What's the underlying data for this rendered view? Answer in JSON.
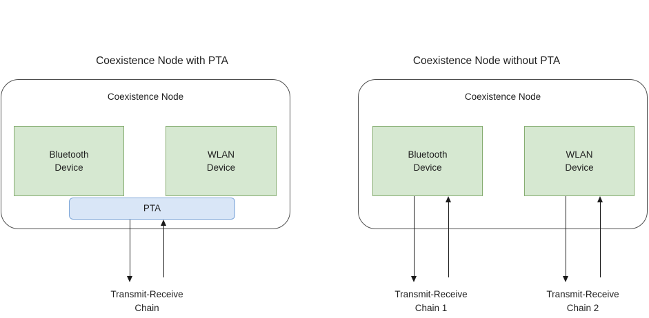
{
  "diagram": {
    "panels": [
      {
        "id": "with-pta",
        "title": "Coexistence Node with PTA",
        "container_label": "Coexistence Node",
        "devices": [
          {
            "id": "bluetooth",
            "label": "Bluetooth\nDevice"
          },
          {
            "id": "wlan",
            "label": "WLAN\nDevice"
          }
        ],
        "pta": {
          "label": "PTA"
        },
        "chains": [
          {
            "id": "chain-shared",
            "label": "Transmit-Receive\nChain"
          }
        ]
      },
      {
        "id": "without-pta",
        "title": "Coexistence Node without PTA",
        "container_label": "Coexistence Node",
        "devices": [
          {
            "id": "bluetooth",
            "label": "Bluetooth\nDevice"
          },
          {
            "id": "wlan",
            "label": "WLAN\nDevice"
          }
        ],
        "chains": [
          {
            "id": "chain-1",
            "label": "Transmit-Receive\nChain 1"
          },
          {
            "id": "chain-2",
            "label": "Transmit-Receive\nChain 2"
          }
        ]
      }
    ],
    "colors": {
      "device_fill": "#d6e8d1",
      "device_stroke": "#86ad71",
      "pta_fill": "#d9e6f7",
      "pta_stroke": "#7ea6d8",
      "container_stroke": "#4d4d4d",
      "arrow": "#1a1a1a",
      "text": "#1f1f1f",
      "background": "#ffffff"
    }
  }
}
